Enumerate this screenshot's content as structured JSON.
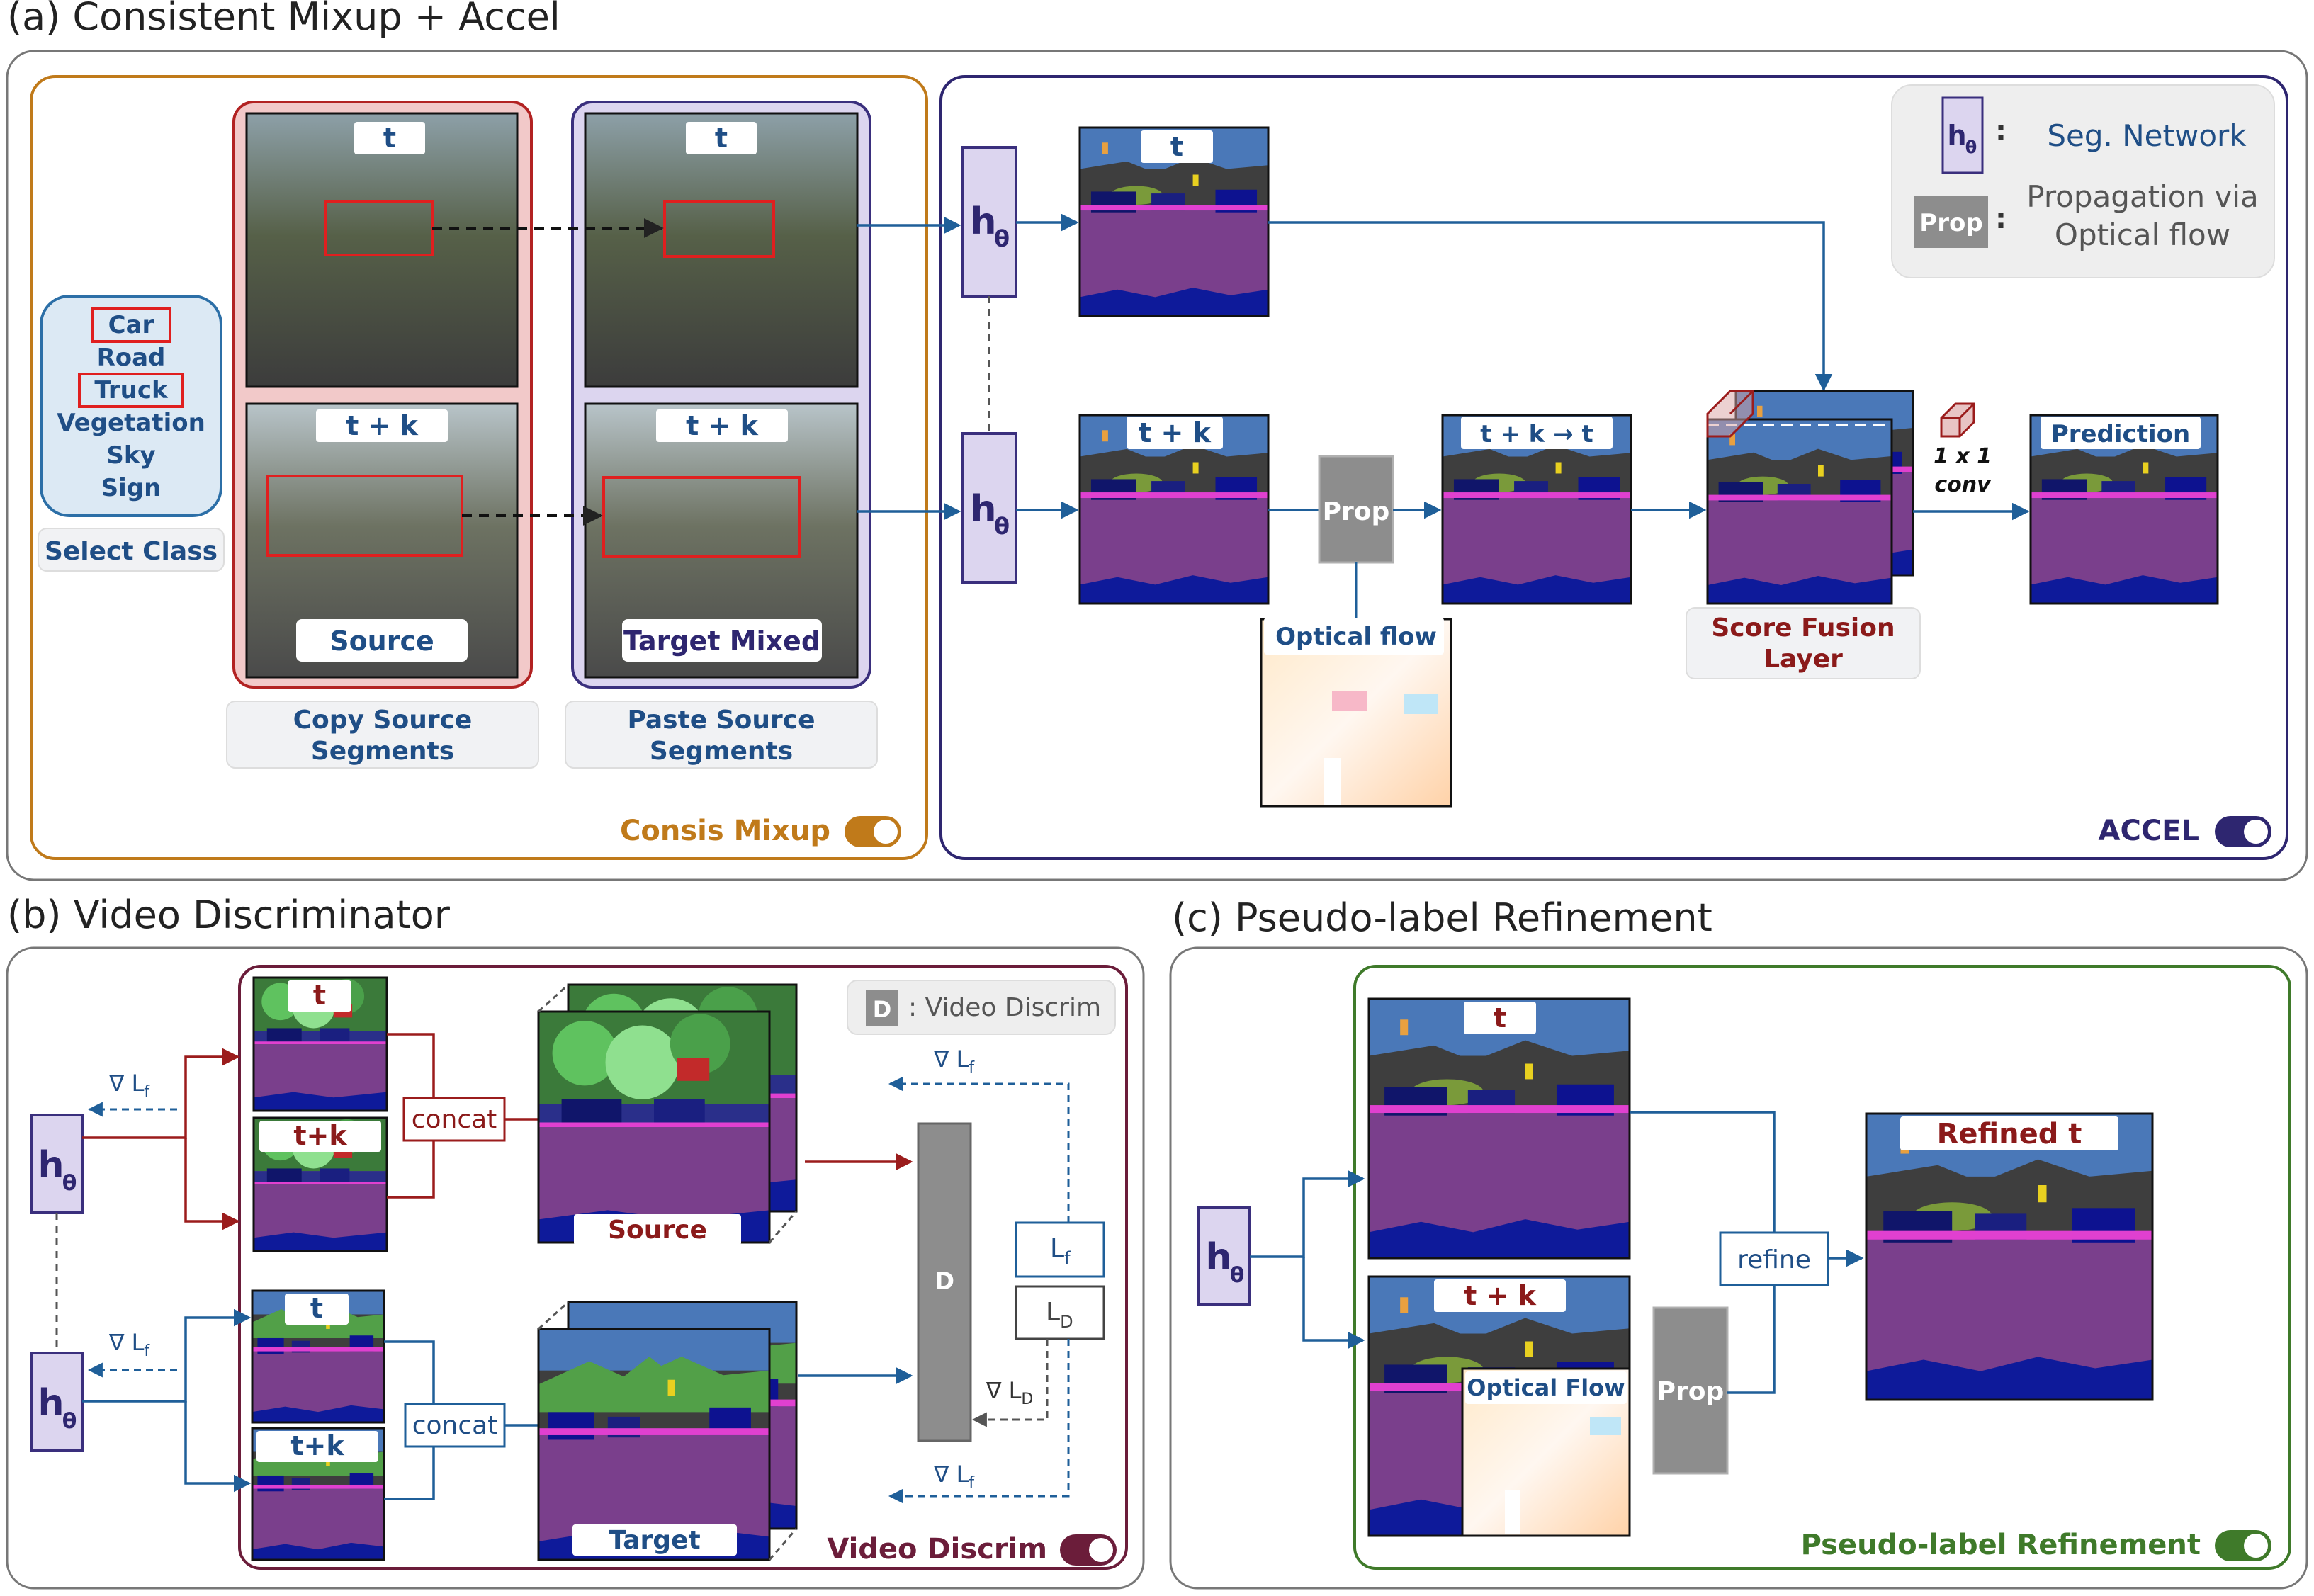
{
  "panel_a": {
    "title": "(a) Consistent Mixup + Accel",
    "mixup": {
      "class_list": [
        "Car",
        "Road",
        "Truck",
        "Vegetation",
        "Sky",
        "Sign"
      ],
      "select_class_label": "Select Class",
      "source_frame_t": "t",
      "source_frame_tk": "t + k",
      "source_label": "Source",
      "target_frame_t": "t",
      "target_frame_tk": "t + k",
      "target_label": "Target Mixed",
      "copy_label_1": "Copy Source",
      "copy_label_2": "Segments",
      "paste_label_1": "Paste Source",
      "paste_label_2": "Segments",
      "toggle_label": "Consis Mixup"
    },
    "accel": {
      "he_main": "h",
      "he_sub": "θ",
      "seg_t": "t",
      "seg_tk": "t + k",
      "prop_label": "Prop",
      "optical_flow_label": "Optical flow",
      "propagated_label": "t + k → t",
      "score_fusion_1": "Score Fusion",
      "score_fusion_2": "Layer",
      "conv_1": "1 x 1",
      "conv_2": "conv",
      "prediction_label": "Prediction",
      "legend_seg": "Seg. Network",
      "legend_prop_1": "Propagation via",
      "legend_prop_2": "Optical flow",
      "legend_colon": ":",
      "toggle_label": "ACCEL"
    }
  },
  "panel_b": {
    "title": "(b) Video Discriminator",
    "grad_lf": "∇ L",
    "grad_ld": "∇ L",
    "sub_f": "f",
    "sub_d": "D",
    "frame_t": "t",
    "frame_tk": "t+k",
    "concat": "concat",
    "source": "Source",
    "target": "Target",
    "d_label": "D",
    "legend_text": ": Video Discrim",
    "loss_l": "L",
    "toggle_label": "Video Discrim"
  },
  "panel_c": {
    "title": "(c) Pseudo-label Refinement",
    "frame_t": "t",
    "frame_tk": "t + k",
    "optical_flow": "Optical Flow",
    "prop": "Prop",
    "refine": "refine",
    "refined": "Refined t",
    "toggle_label": "Pseudo-label Refinement"
  },
  "colors": {
    "mixup_border": "#c07a1a",
    "accel_border": "#2e2670",
    "source_red": "#8b1a1a",
    "target_purple": "#3a2f7d",
    "blue_arrow": "#1f5f99",
    "refine_green": "#3f7a2a",
    "video_discrim": "#6b1d3a"
  }
}
